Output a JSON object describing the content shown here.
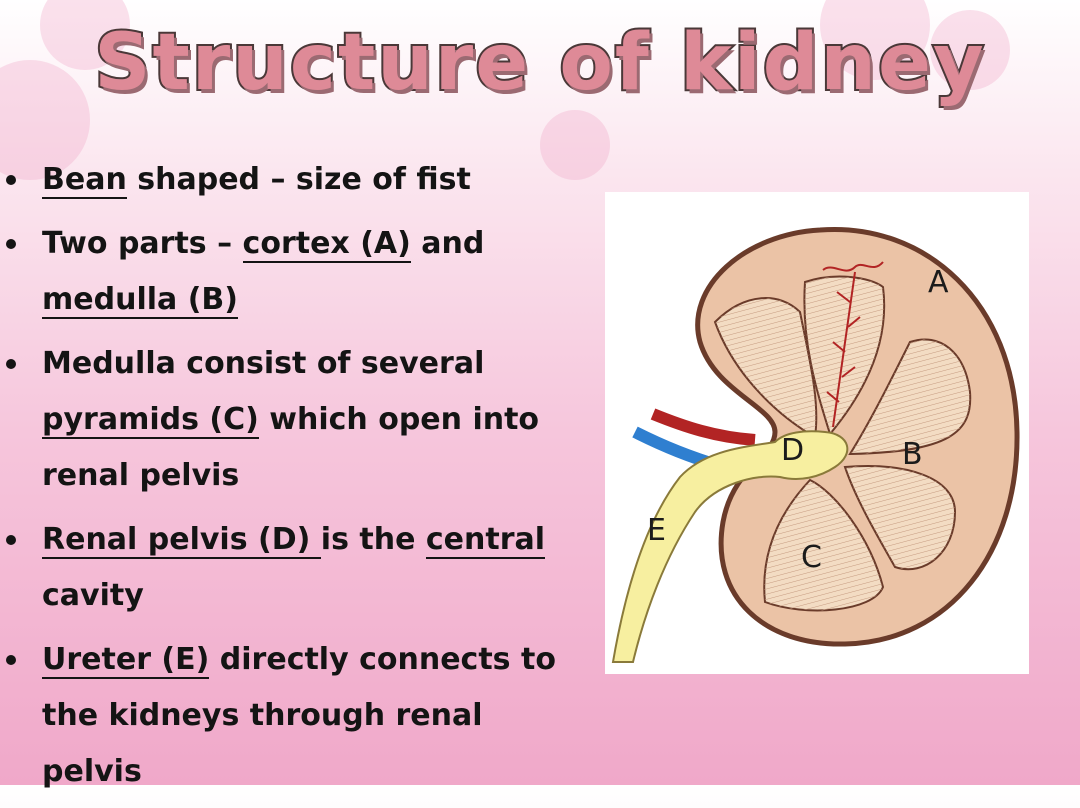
{
  "title": "Structure of kidney",
  "bullets": [
    {
      "u1": "Bean",
      "t1": " shaped – size of fist"
    },
    {
      "t1": "Two parts – ",
      "u1": "cortex (A)",
      "t2": " and",
      "u2": "medulla (B)"
    },
    {
      "t1": "Medulla consist of several",
      "u1": "pyramids (C)",
      "t2": " which open into renal pelvis"
    },
    {
      "u1": "Renal pelvis (D) ",
      "t1": "is the ",
      "u2": "central",
      "t2": " cavity"
    },
    {
      "u1": "Ureter (E)",
      "t1": " directly connects to the kidneys through renal pelvis"
    }
  ],
  "diagram": {
    "labels": {
      "a": "A",
      "b": "B",
      "c": "C",
      "d": "D",
      "e": "E"
    },
    "colors": {
      "cortex": "#ebc3a6",
      "outline": "#6a3b2a",
      "pyramid": "#f3dcc3",
      "pelvis": "#f7efa0",
      "artery": "#b22424",
      "vein": "#2f7fd0"
    }
  }
}
